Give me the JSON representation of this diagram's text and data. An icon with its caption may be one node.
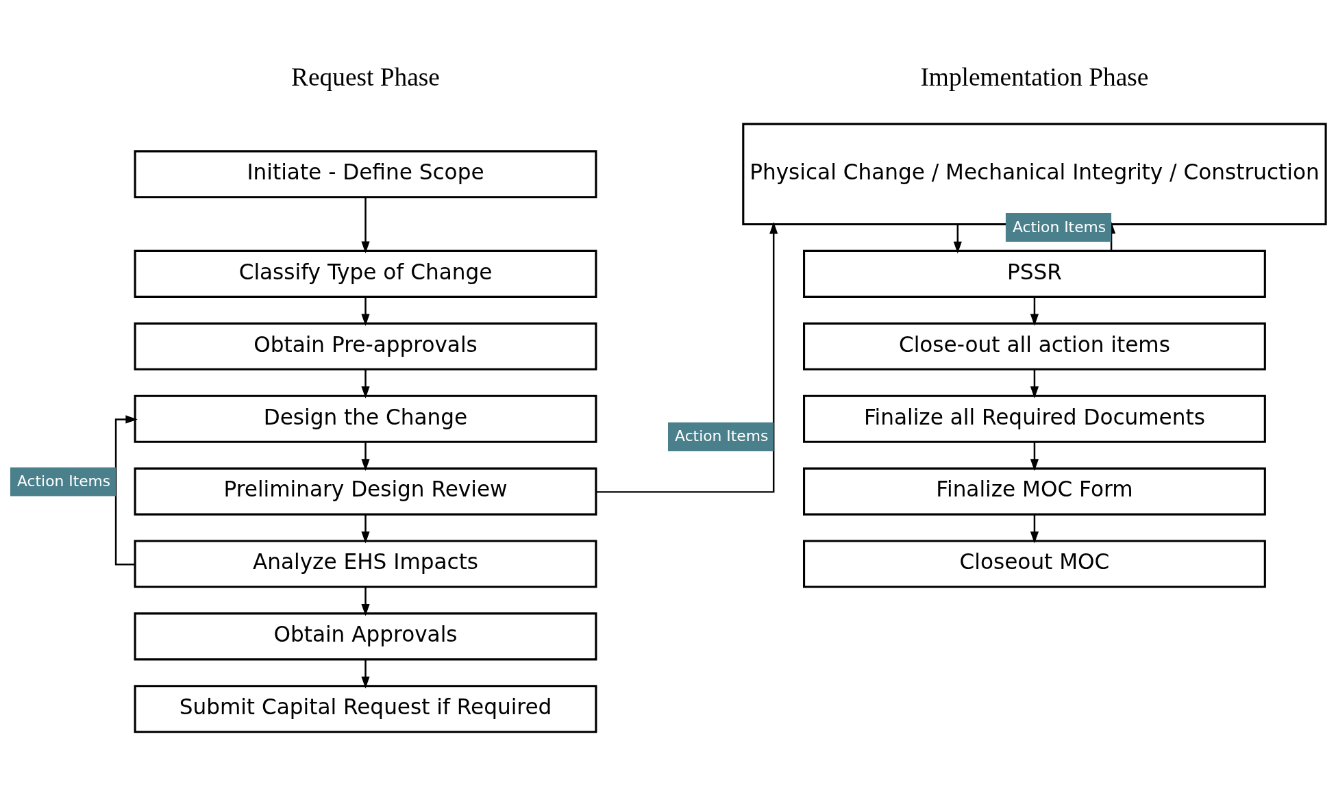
{
  "diagram": {
    "nodes": [
      {
        "text": [
          "Initiate - Define Scope"
        ]
      },
      {
        "text": [
          "Classify Type of Change"
        ]
      },
      {
        "text": [
          "Obtain Pre-approvals"
        ]
      },
      {
        "text": [
          "Design the Change"
        ]
      },
      {
        "text": [
          "Preliminary Design Review"
        ]
      },
      {
        "text": [
          "Analyze EHS Impacts"
        ]
      },
      {
        "text": [
          "Obtain Approvals"
        ]
      },
      {
        "text": [
          "Submit Capital Request if Required"
        ]
      },
      {
        "text": [
          "Physical Change / Mechanical Integrity / Construction"
        ]
      },
      {
        "text": [
          "PSSR"
        ]
      },
      {
        "text": [
          "Close-out all action items"
        ]
      },
      {
        "text": [
          "Finalize all Required Documents"
        ]
      },
      {
        "text": [
          "Finalize MOC Form"
        ]
      },
      {
        "text": [
          "Closeout MOC"
        ]
      }
    ],
    "edges": [
      {
        "from": 0,
        "to": 1,
        "arrow": "to"
      },
      {
        "from": 1,
        "to": 2,
        "arrow": "to"
      },
      {
        "from": 2,
        "to": 3,
        "arrow": "to"
      },
      {
        "from": 3,
        "to": 4,
        "arrow": "to"
      },
      {
        "from": 4,
        "to": 5,
        "arrow": "to"
      },
      {
        "from": 5,
        "to": 6,
        "arrow": "to"
      },
      {
        "from": 6,
        "to": 7,
        "arrow": "to"
      },
      {
        "from": 5,
        "to": 3,
        "arrow": "to",
        "label": "Action Items"
      },
      {
        "from": 4,
        "to": 8,
        "arrow": "to",
        "label": "Action Items"
      },
      {
        "from": 8,
        "to": 9,
        "arrow": "to"
      },
      {
        "from": 9,
        "to": 8,
        "arrow": "to",
        "label": "Action Items"
      },
      {
        "from": 9,
        "to": 10,
        "arrow": "to"
      },
      {
        "from": 10,
        "to": 11,
        "arrow": "to"
      },
      {
        "from": 11,
        "to": 12,
        "arrow": "to"
      },
      {
        "from": 12,
        "to": 13,
        "arrow": "to"
      }
    ],
    "labels": [
      "Request Phase",
      "Implementation Phase"
    ]
  }
}
